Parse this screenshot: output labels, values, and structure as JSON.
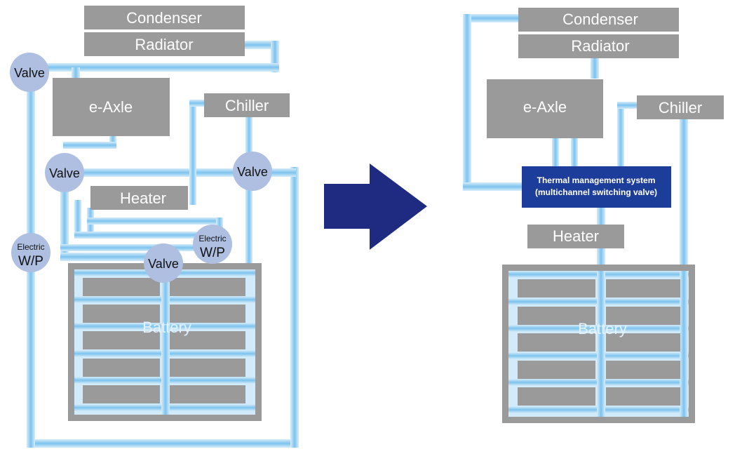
{
  "left": {
    "condenser": "Condenser",
    "radiator": "Radiator",
    "eaxle": "e-Axle",
    "chiller": "Chiller",
    "heater": "Heater",
    "battery": "Battery",
    "valve_top_left": "Valve",
    "valve_mid_left": "Valve",
    "valve_right": "Valve",
    "valve_bottom": "Valve",
    "wp_left_line1": "Electric",
    "wp_left_line2": "W/P",
    "wp_right_line1": "Electric",
    "wp_right_line2": "W/P"
  },
  "right": {
    "condenser": "Condenser",
    "radiator": "Radiator",
    "eaxle": "e-Axle",
    "chiller": "Chiller",
    "heater": "Heater",
    "battery": "Battery",
    "tms_line1": "Thermal management system",
    "tms_line2": "(multichannel switching valve)"
  },
  "colors": {
    "component_gray": "#9a9a9a",
    "pipe_blue": "#8fcbee",
    "valve_fill": "#aebfe2",
    "arrow_navy": "#1f2b80",
    "tms_blue": "#1d3d9a"
  }
}
